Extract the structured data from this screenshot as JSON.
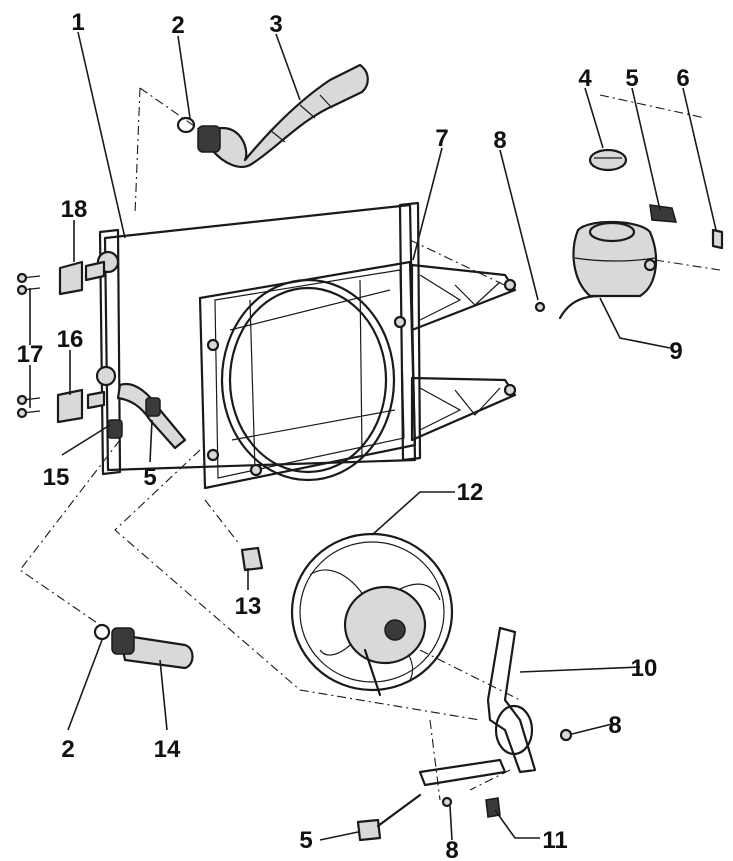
{
  "diagram": {
    "type": "exploded-parts-view",
    "subject": "radiator, cooling fan and expansion tank assembly",
    "callouts": {
      "c1": "1",
      "c2a": "2",
      "c2b": "2",
      "c3": "3",
      "c4": "4",
      "c5a": "5",
      "c5b": "5",
      "c5c": "5",
      "c6": "6",
      "c7": "7",
      "c8a": "8",
      "c8b": "8",
      "c8c": "8",
      "c9": "9",
      "c10": "10",
      "c11": "11",
      "c12": "12",
      "c13": "13",
      "c14": "14",
      "c15": "15",
      "c16": "16",
      "c17": "17",
      "c18": "18"
    }
  }
}
